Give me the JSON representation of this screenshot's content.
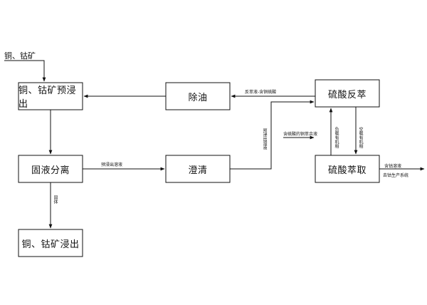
{
  "input_label": "铜、钴矿",
  "boxes": {
    "pre_leach": "铜、钴矿预浸出",
    "degrease": "除油",
    "strip": "硫酸反萃",
    "separation": "固液分离",
    "clarify": "澄清",
    "extract": "硫酸萃取",
    "leach": "铜、钴矿浸出"
  },
  "edge_labels": {
    "strip_liquor": "反萃液-含铜硫酸",
    "pre_leach_solution": "预浸出溶液",
    "pre_leach_solution_vertical": "预浸出溶液",
    "solid": "固体",
    "acid_input": "含硫酸的铜萃余液",
    "loaded_organic": "负载有机相",
    "stripped_organic": "空载有机相",
    "cobalt_out_1": "含钴溶液",
    "cobalt_out_2": "去钴生产系统"
  }
}
